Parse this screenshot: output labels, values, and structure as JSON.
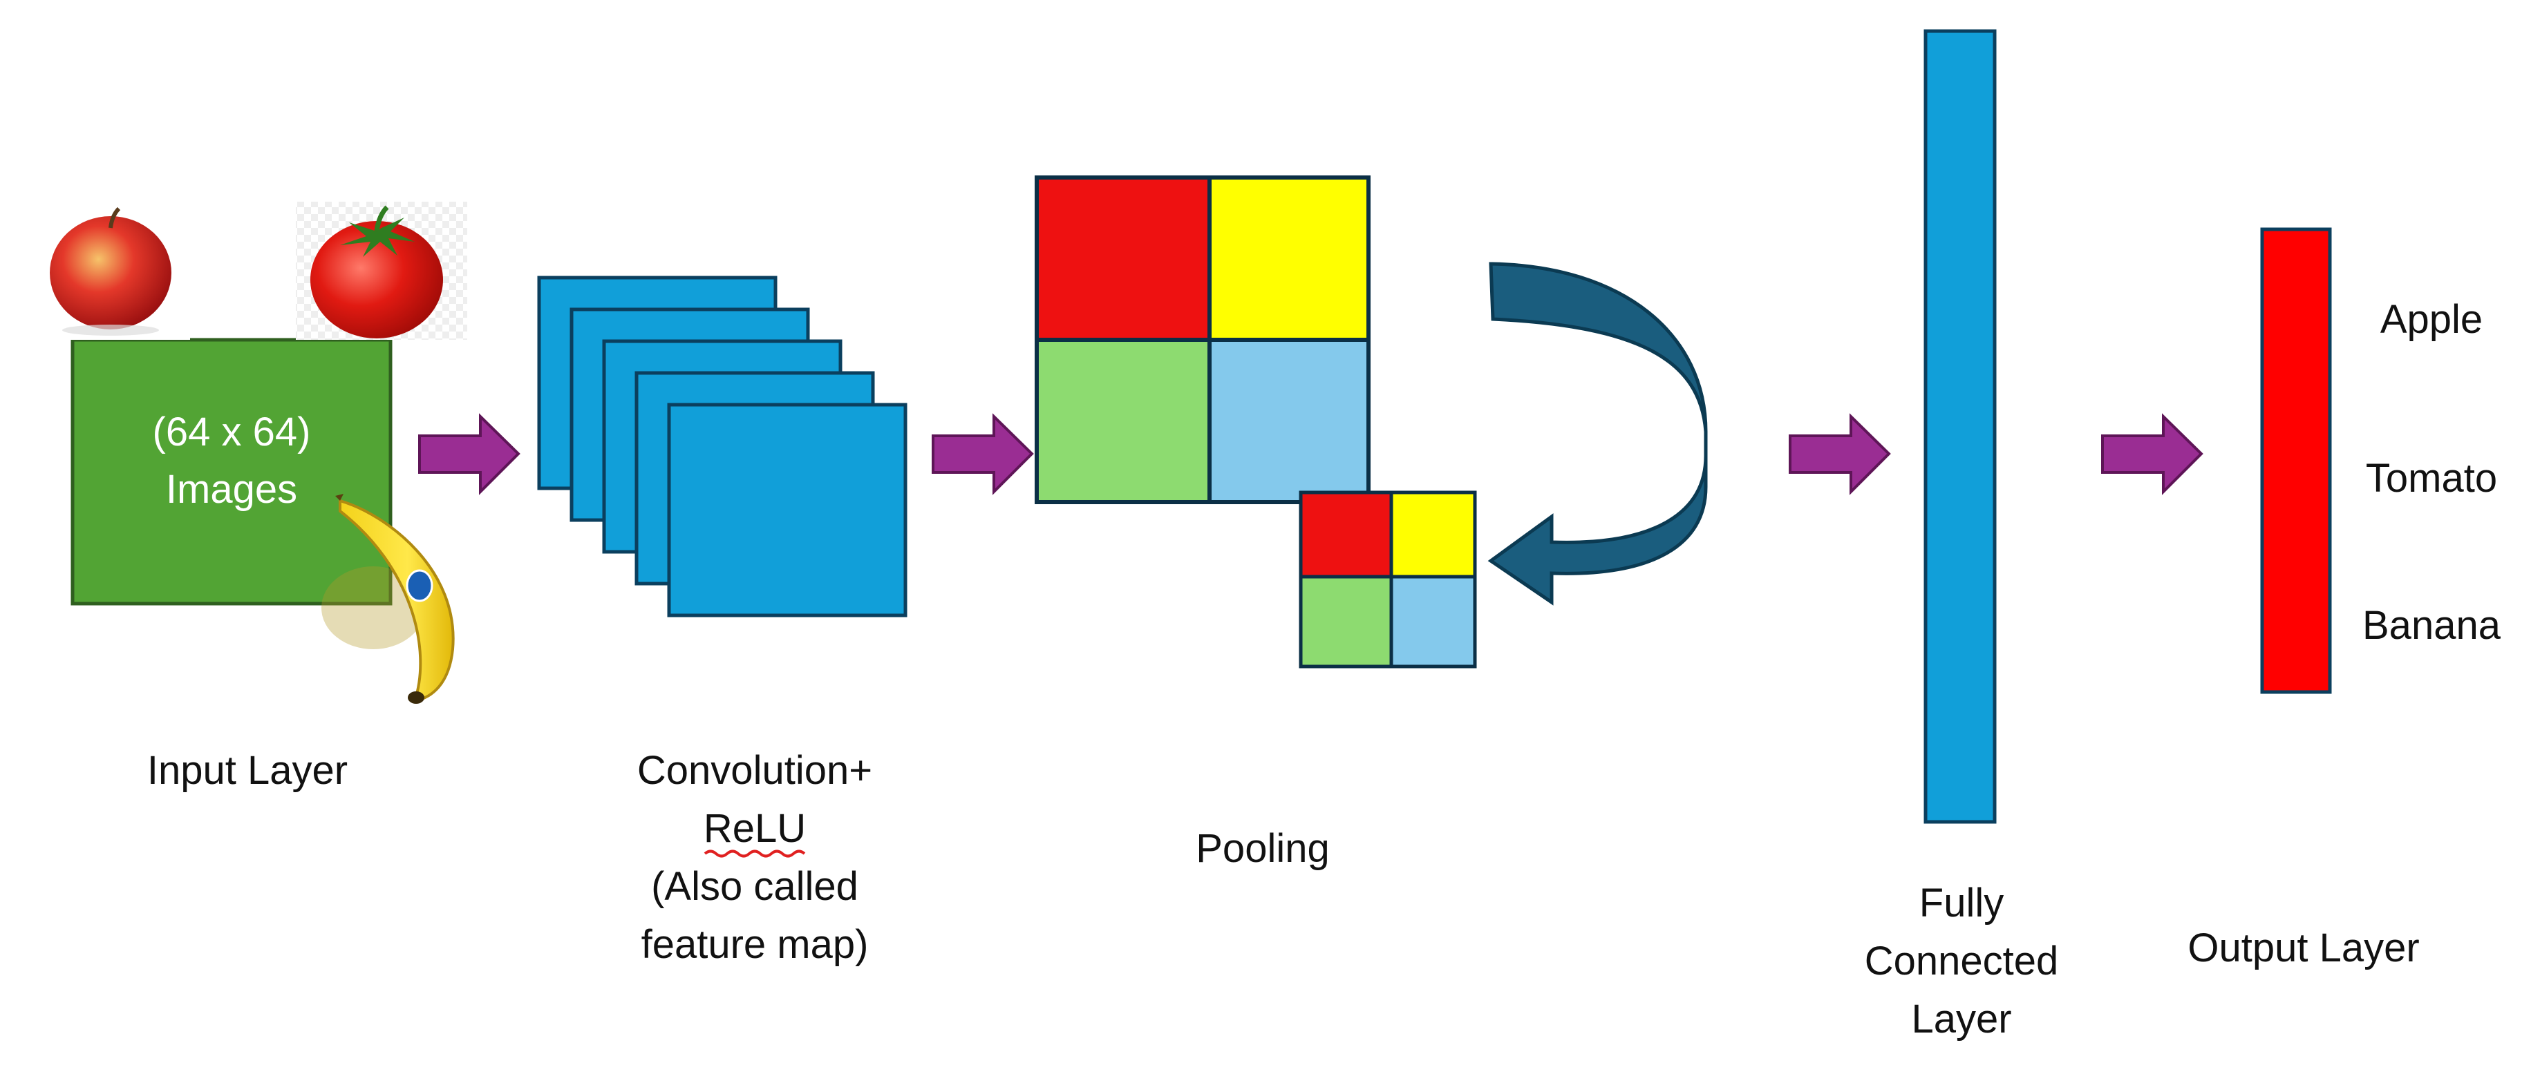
{
  "input_layer": {
    "box_line1": "(64 x 64)",
    "box_line2": "Images",
    "caption": "Input Layer",
    "fruit_images": [
      "apple",
      "tomato",
      "banana"
    ]
  },
  "conv_layer": {
    "caption_lines": [
      "Convolution+",
      "ReLU",
      "(Also called",
      "feature map)"
    ],
    "map_count": 5
  },
  "pooling": {
    "caption": "Pooling",
    "grid_colors": [
      "#ee1111",
      "#ffff00",
      "#8ddb70",
      "#84c9ec"
    ]
  },
  "fully_connected": {
    "caption_lines": [
      "Fully",
      "Connected",
      "Layer"
    ]
  },
  "output_layer": {
    "caption": "Output Layer",
    "classes": [
      "Apple",
      "Tomato",
      "Banana"
    ]
  },
  "colors": {
    "input_box": "#52a434",
    "layer_blue": "#119fd9",
    "arrow_purple": "#9a2d93",
    "curved_arrow": "#1a5d7e",
    "output_red": "#ff0000"
  }
}
